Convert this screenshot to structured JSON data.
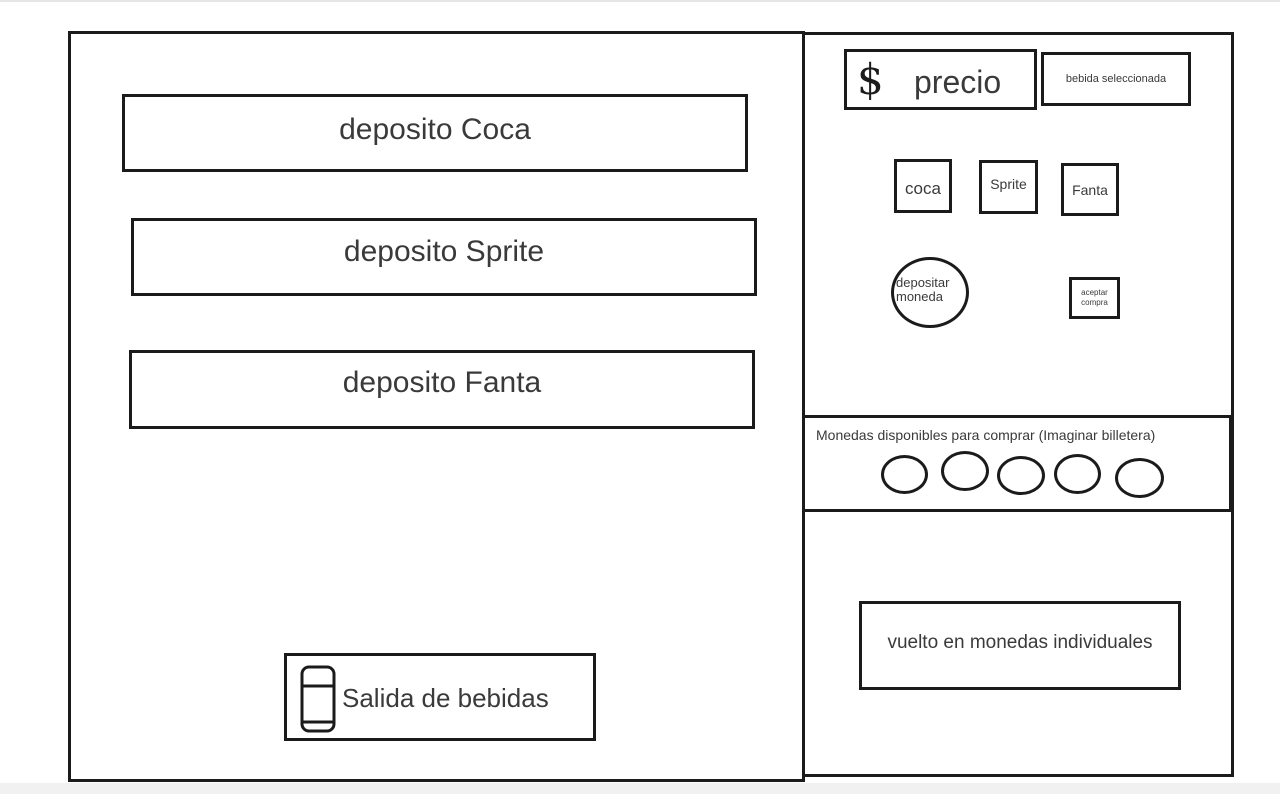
{
  "machine": {
    "deposits": [
      {
        "label": "deposito Coca"
      },
      {
        "label": "deposito Sprite"
      },
      {
        "label": "deposito Fanta"
      }
    ],
    "output": {
      "label": "Salida de bebidas",
      "icon": "drink-can-icon"
    }
  },
  "panel": {
    "price": {
      "symbol": "$",
      "label": "precio"
    },
    "selected_drink": {
      "label": "bebida seleccionada"
    },
    "drink_buttons": [
      {
        "label": "coca"
      },
      {
        "label": "Sprite"
      },
      {
        "label": "Fanta"
      }
    ],
    "deposit_coin": {
      "line1": "depositar",
      "line2": "moneda"
    },
    "accept_purchase": {
      "line1": "aceptar",
      "line2": "compra"
    },
    "wallet": {
      "label": "Monedas disponibles para comprar (Imaginar billetera)",
      "coin_count": 5
    },
    "change": {
      "label": "vuelto en monedas individuales"
    }
  },
  "colors": {
    "stroke": "#1b1b1b",
    "text": "#3a3a3a",
    "background": "#ffffff"
  }
}
